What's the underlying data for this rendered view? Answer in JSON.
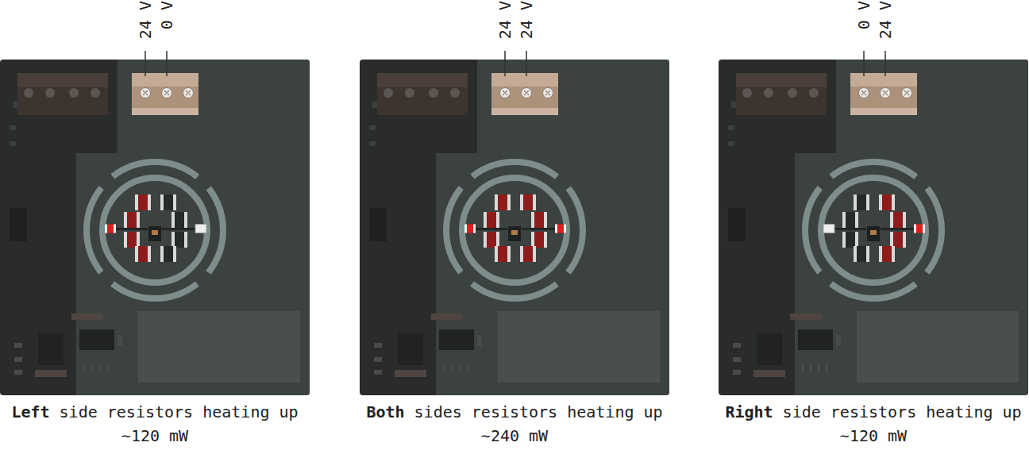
{
  "diagram": {
    "labels": [
      "24 V",
      "0 V",
      "Left",
      "side resistors heating up",
      "~120 mW",
      "24 V",
      "24 V",
      "Both",
      "sides resistors heating up",
      "~240 mW",
      "0 V",
      "24 V",
      "Right",
      "side resistors heating up",
      "~120 mW"
    ]
  }
}
